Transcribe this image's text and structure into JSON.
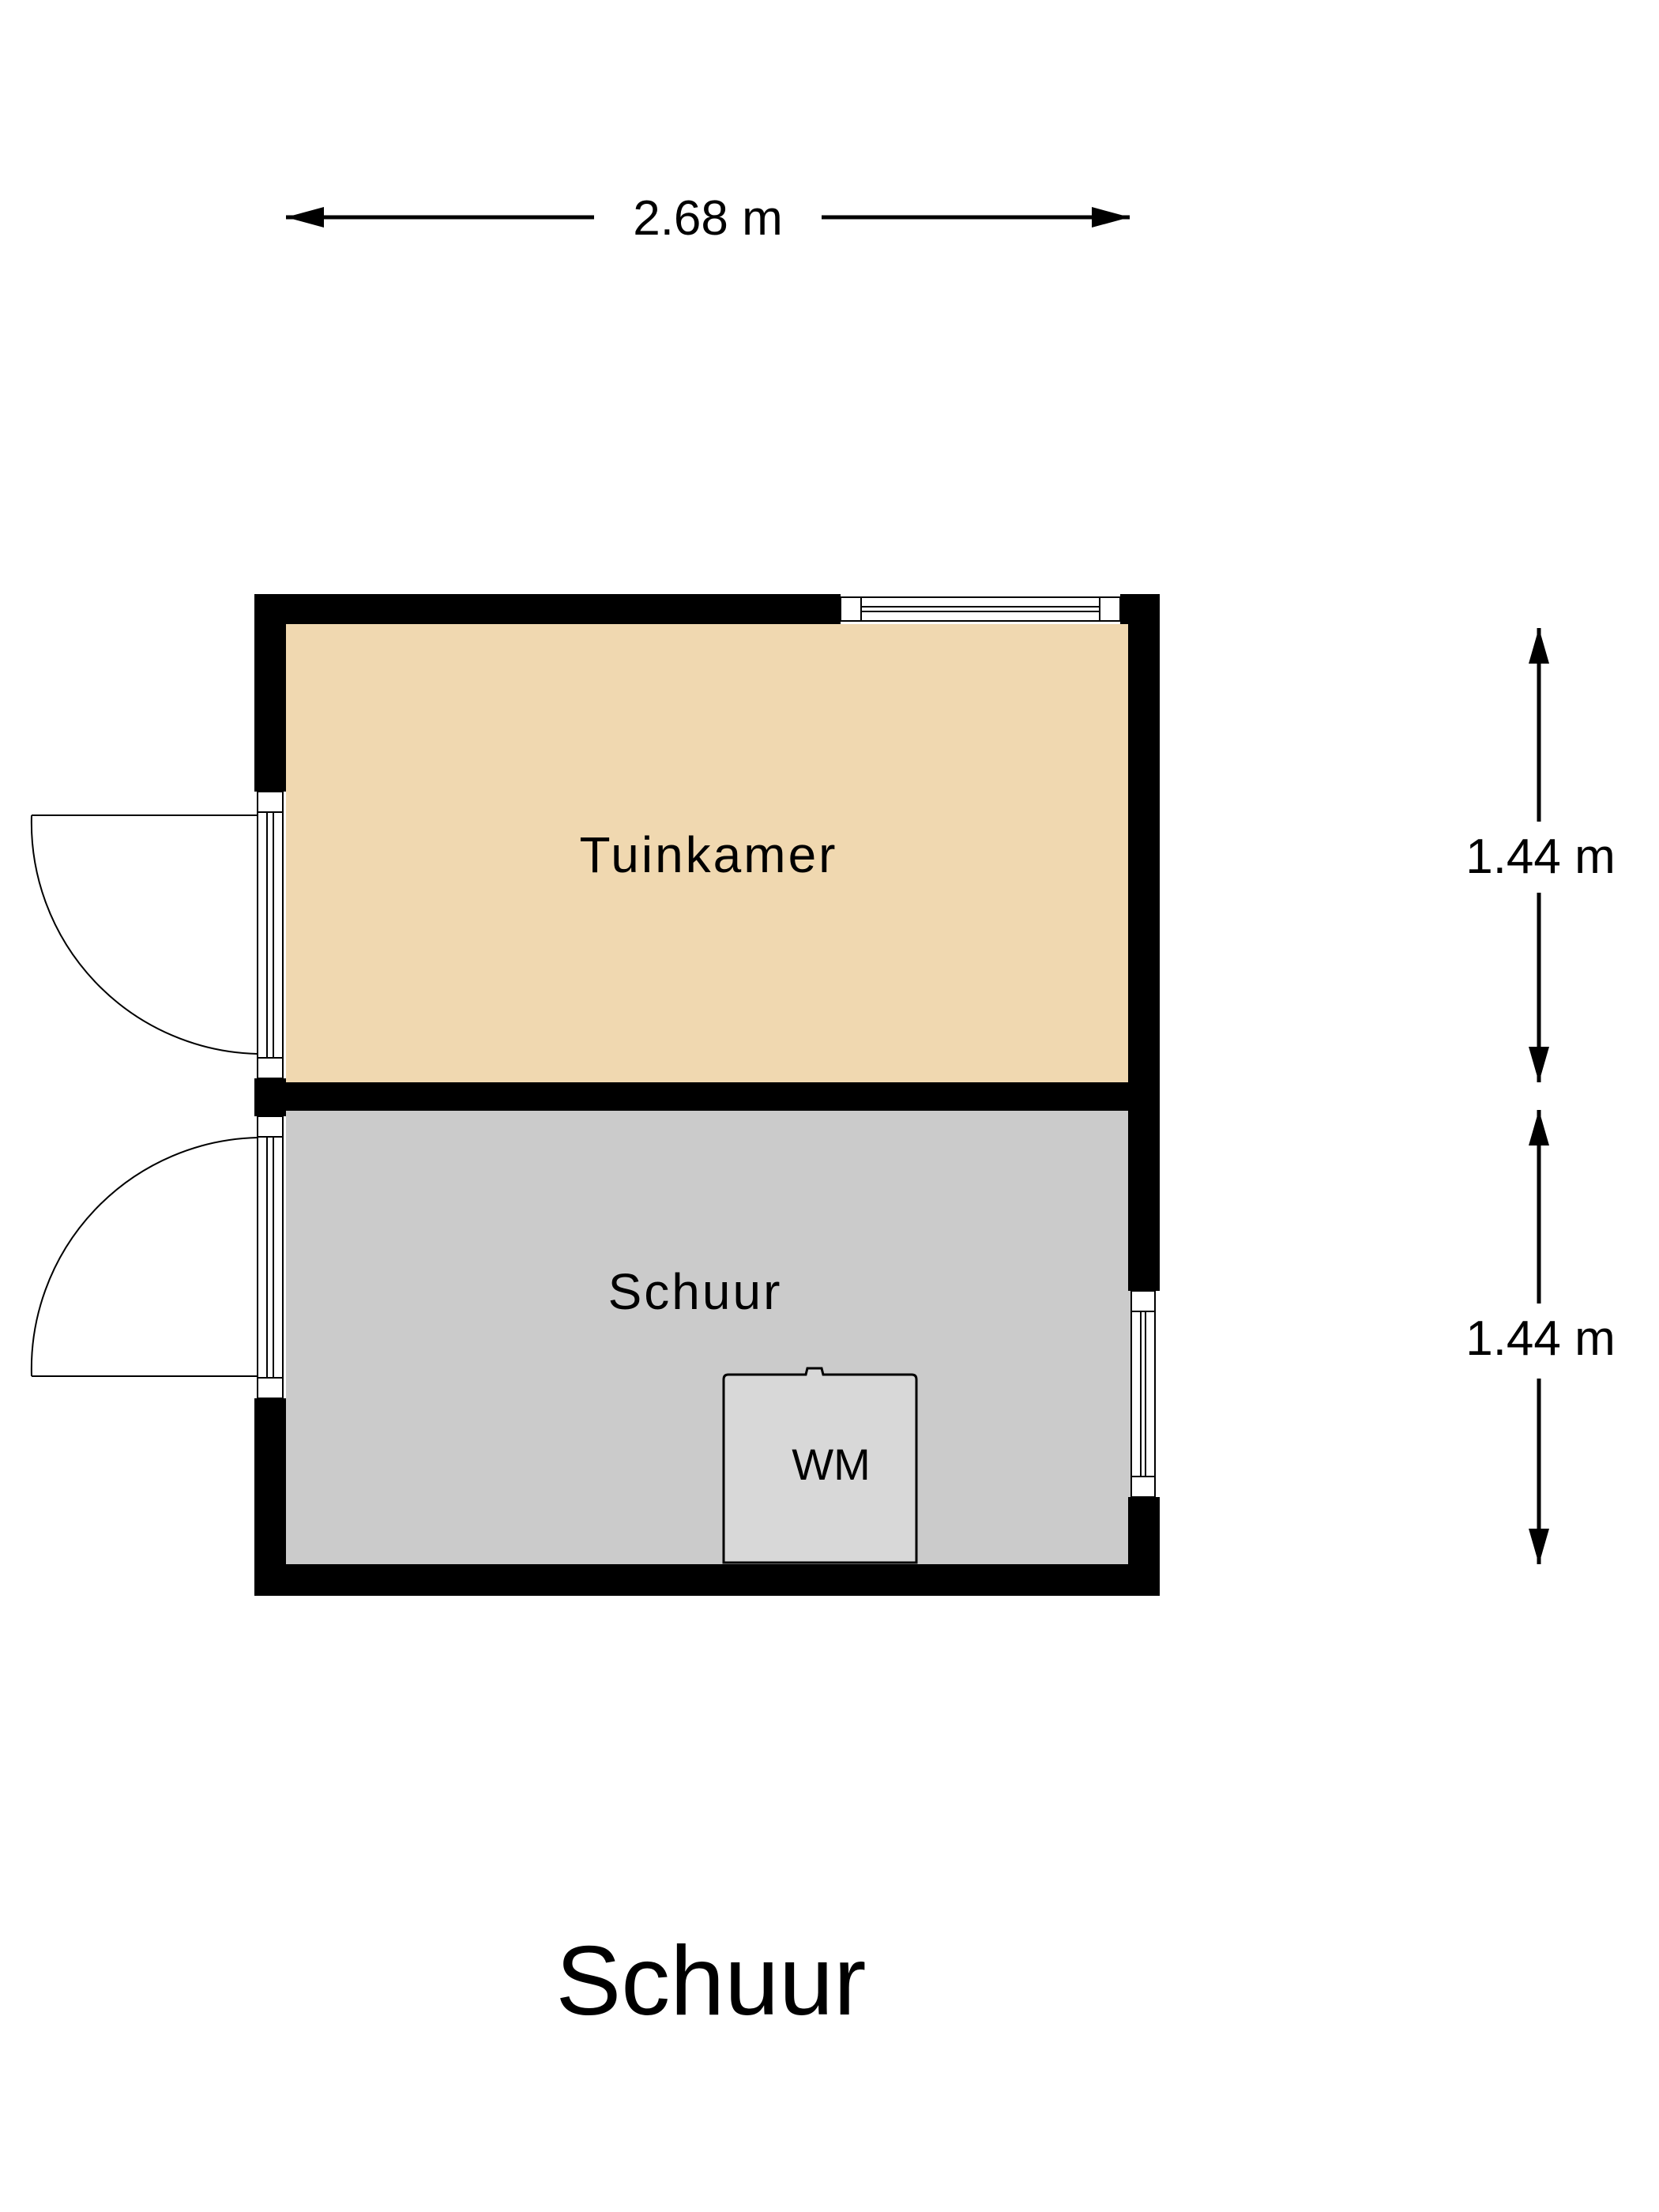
{
  "floorplan": {
    "title": "Schuur",
    "dimensions": {
      "width": "2.68 m",
      "height_upper": "1.44 m",
      "height_lower": "1.44 m"
    },
    "rooms": [
      {
        "label": "Tuinkamer",
        "color": "#f0d8b0"
      },
      {
        "label": "Schuur",
        "color": "#cbcbcb"
      }
    ],
    "fixtures": [
      {
        "label": "WM",
        "color": "#d8d8d8"
      }
    ],
    "wall_color": "#000000"
  }
}
